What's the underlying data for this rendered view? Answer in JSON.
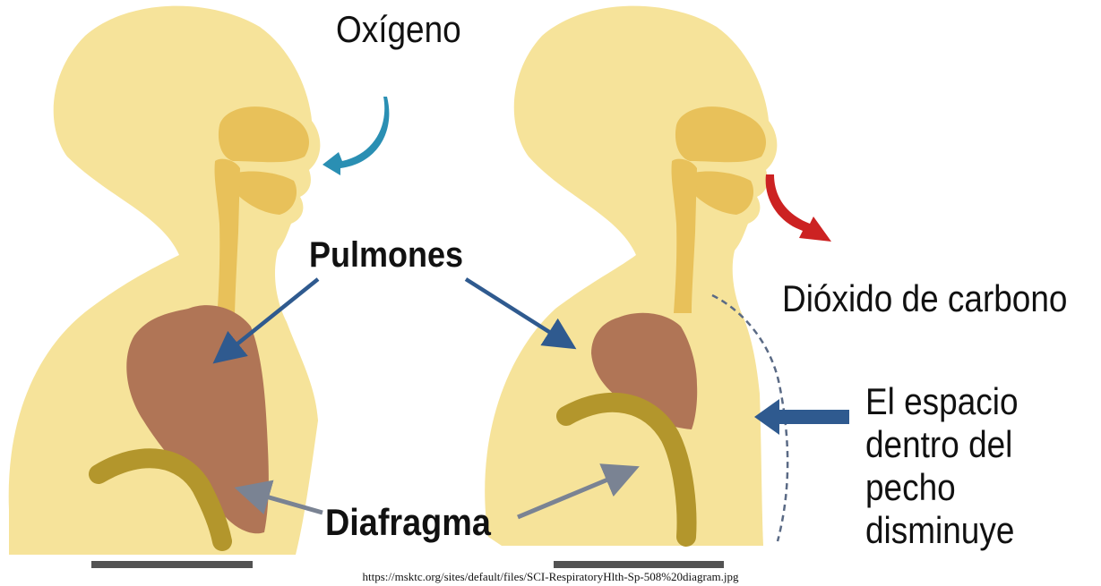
{
  "labels": {
    "oxygen": "Oxígeno",
    "carbon_dioxide": "Dióxido de carbono",
    "lungs": "Pulmones",
    "diaphragm": "Diafragma",
    "chest_space": [
      "El espacio",
      "dentro del",
      "pecho",
      "disminuye"
    ]
  },
  "source_url": "https://msktc.org/sites/default/files/SCI-RespiratoryHlth-Sp-508%20diagram.jpg",
  "colors": {
    "body": "#f6e39a",
    "airway": "#e8c15a",
    "lungs": "#b07556",
    "diaphragm": "#b3962c",
    "inhale_arrow": "#2a8fb3",
    "exhale_arrow": "#cc2222",
    "pointer_arrow": "#2f5a8f",
    "diaphragm_pointer": "#7a8393",
    "dashed_outline": "#5a6a85"
  },
  "icons": {
    "inhale": "curved-arrow-icon",
    "exhale": "curved-arrow-icon",
    "chest_pressure": "arrow-left-icon"
  }
}
